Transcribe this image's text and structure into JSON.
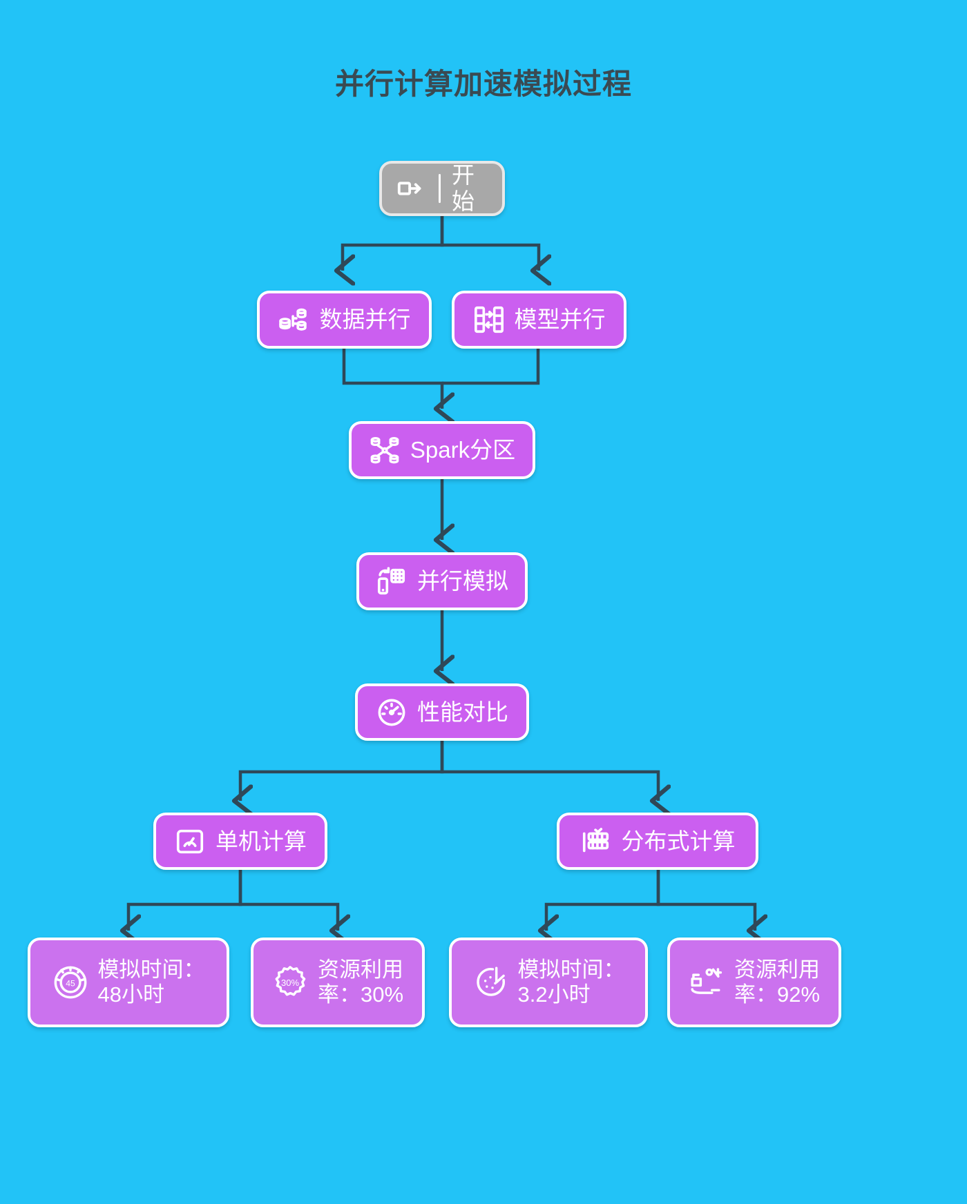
{
  "title": "并行计算加速模拟过程",
  "theme": {
    "background": "#22c3f7",
    "title_color": "#3a4a52",
    "edge_color": "#2f4858",
    "start_fill": "#a8a8a8",
    "node_fill": "#cb5ff0",
    "leaf_fill": "#cb72ee",
    "node_border": "#ffffff",
    "node_text": "#ffffff"
  },
  "nodes": {
    "start": {
      "label": "开始",
      "icon": "log-in-icon"
    },
    "data_parallel": {
      "label": "数据并行",
      "icon": "database-split-icon"
    },
    "model_parallel": {
      "label": "模型并行",
      "icon": "server-transfer-icon"
    },
    "spark_partition": {
      "label": "Spark分区",
      "icon": "cluster-network-icon"
    },
    "parallel_sim": {
      "label": "并行模拟",
      "icon": "device-refresh-icon"
    },
    "perf_compare": {
      "label": "性能对比",
      "icon": "gauge-icon"
    },
    "single_machine": {
      "label": "单机计算",
      "icon": "device-speed-icon"
    },
    "distributed": {
      "label": "分布式计算",
      "icon": "server-stack-icon"
    },
    "single_time": {
      "label": "模拟时间：\n48小时",
      "icon": "timer-45-icon"
    },
    "single_util": {
      "label": "资源利用\n率：30%",
      "icon": "badge-30-percent-icon"
    },
    "dist_time": {
      "label": "模拟时间：\n3.2小时",
      "icon": "timer-slice-icon"
    },
    "dist_util": {
      "label": "资源利用\n率：92%",
      "icon": "gauge-percent-icon"
    }
  },
  "edges": [
    {
      "from": "start",
      "to": "data_parallel"
    },
    {
      "from": "start",
      "to": "model_parallel"
    },
    {
      "from": "data_parallel",
      "to": "spark_partition"
    },
    {
      "from": "model_parallel",
      "to": "spark_partition"
    },
    {
      "from": "spark_partition",
      "to": "parallel_sim"
    },
    {
      "from": "parallel_sim",
      "to": "perf_compare"
    },
    {
      "from": "perf_compare",
      "to": "single_machine"
    },
    {
      "from": "perf_compare",
      "to": "distributed"
    },
    {
      "from": "single_machine",
      "to": "single_time"
    },
    {
      "from": "single_machine",
      "to": "single_util"
    },
    {
      "from": "distributed",
      "to": "dist_time"
    },
    {
      "from": "distributed",
      "to": "dist_util"
    }
  ]
}
